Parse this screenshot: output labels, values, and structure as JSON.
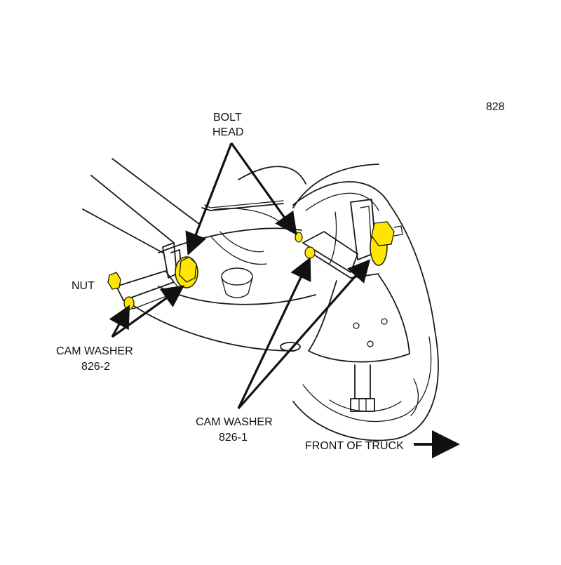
{
  "figure_number": "828",
  "labels": {
    "bolt_head_line1": "BOLT",
    "bolt_head_line2": "HEAD",
    "nut": "NUT",
    "cam_washer_2_line1": "CAM WASHER",
    "cam_washer_2_line2": "826-2",
    "cam_washer_1_line1": "CAM WASHER",
    "cam_washer_1_line2": "826-1",
    "front_of_truck": "FRONT OF TRUCK"
  },
  "colors": {
    "highlight": "#ffe600",
    "highlight_shade": "#e6c400",
    "line": "#1a1a1a",
    "background": "#ffffff"
  }
}
